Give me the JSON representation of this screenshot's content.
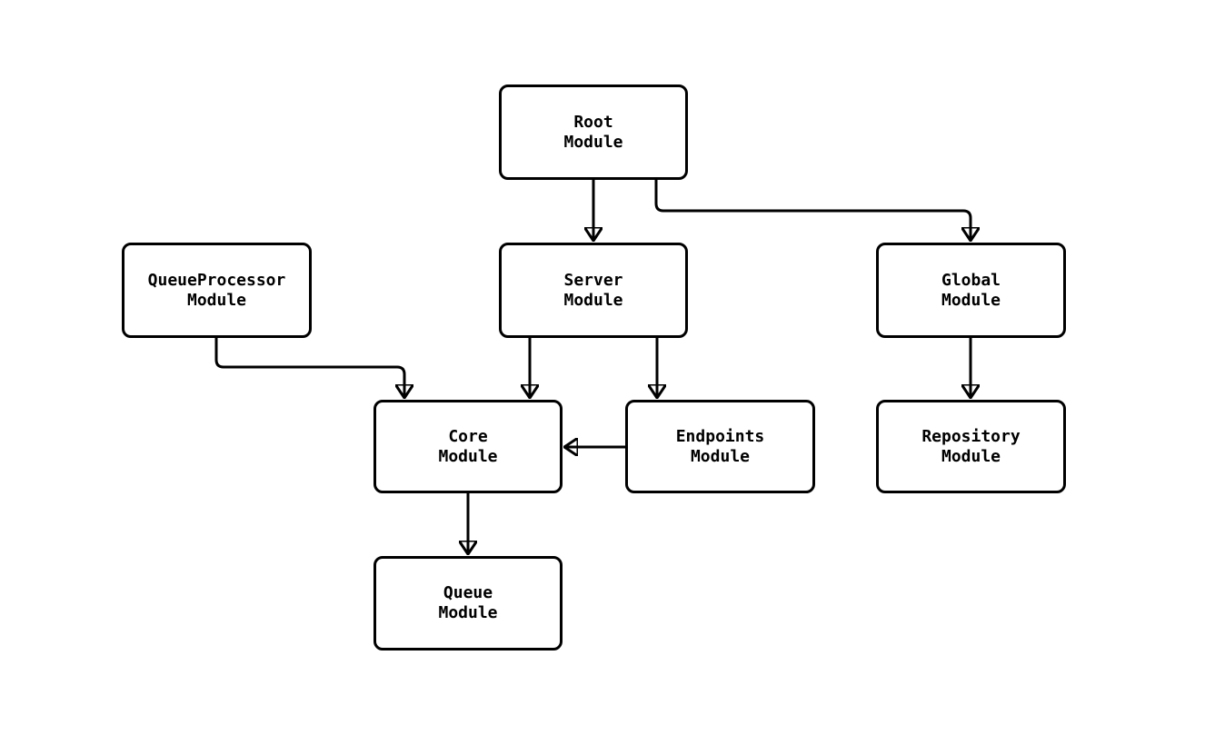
{
  "diagram": {
    "type": "flowchart",
    "direction": "top-down",
    "colors": {
      "background": "#ffffff",
      "node_fill": "#ffffff",
      "node_border": "#000000",
      "edge": "#000000",
      "text": "#000000"
    },
    "nodes": [
      {
        "id": "root",
        "label": "Root\nModule"
      },
      {
        "id": "queueprocessor",
        "label": "QueueProcessor\nModule"
      },
      {
        "id": "server",
        "label": "Server\nModule"
      },
      {
        "id": "global",
        "label": "Global\nModule"
      },
      {
        "id": "core",
        "label": "Core\nModule"
      },
      {
        "id": "endpoints",
        "label": "Endpoints\nModule"
      },
      {
        "id": "repository",
        "label": "Repository\nModule"
      },
      {
        "id": "queue",
        "label": "Queue\nModule"
      }
    ],
    "edges": [
      {
        "from": "Root Module",
        "to": "Server Module"
      },
      {
        "from": "Root Module",
        "to": "Global Module"
      },
      {
        "from": "QueueProcessor Module",
        "to": "Core Module"
      },
      {
        "from": "Server Module",
        "to": "Core Module"
      },
      {
        "from": "Server Module",
        "to": "Endpoints Module"
      },
      {
        "from": "Endpoints Module",
        "to": "Core Module"
      },
      {
        "from": "Global Module",
        "to": "Repository Module"
      },
      {
        "from": "Core Module",
        "to": "Queue Module"
      }
    ]
  }
}
